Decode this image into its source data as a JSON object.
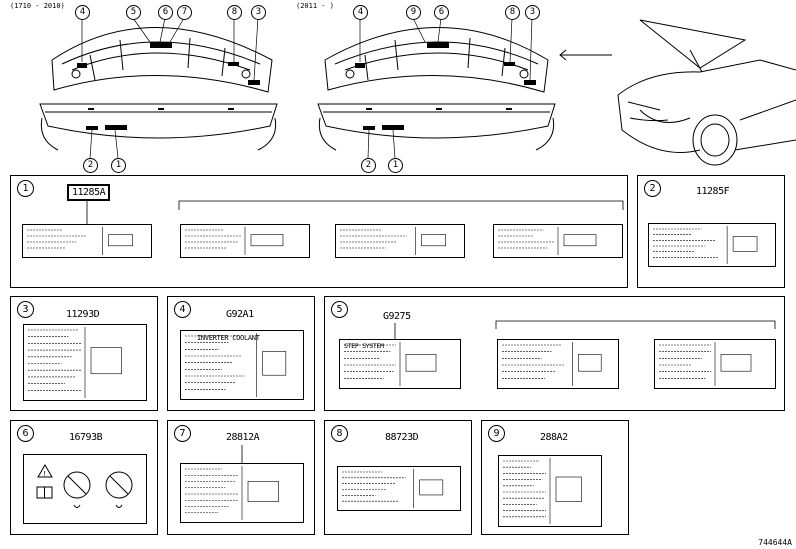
{
  "header": {
    "range_left": "(1710 - 2010)",
    "range_right": "(2011 - )"
  },
  "callouts_left": [
    "4",
    "5",
    "6",
    "7",
    "8",
    "3",
    "2",
    "1"
  ],
  "callouts_right": [
    "4",
    "9",
    "6",
    "8",
    "3",
    "2",
    "1"
  ],
  "panels": [
    {
      "num": "1",
      "code": "11285A"
    },
    {
      "num": "2",
      "code": "11285F"
    },
    {
      "num": "3",
      "code": "11293D"
    },
    {
      "num": "4",
      "code": "G92A1",
      "label_title": "INVERTER COOLANT"
    },
    {
      "num": "5",
      "code": "G9275",
      "label_text": "STEP SYSTEM"
    },
    {
      "num": "6",
      "code": "16793B"
    },
    {
      "num": "7",
      "code": "28812A"
    },
    {
      "num": "8",
      "code": "88723D"
    },
    {
      "num": "9",
      "code": "288A2"
    }
  ],
  "reference": "744644A"
}
